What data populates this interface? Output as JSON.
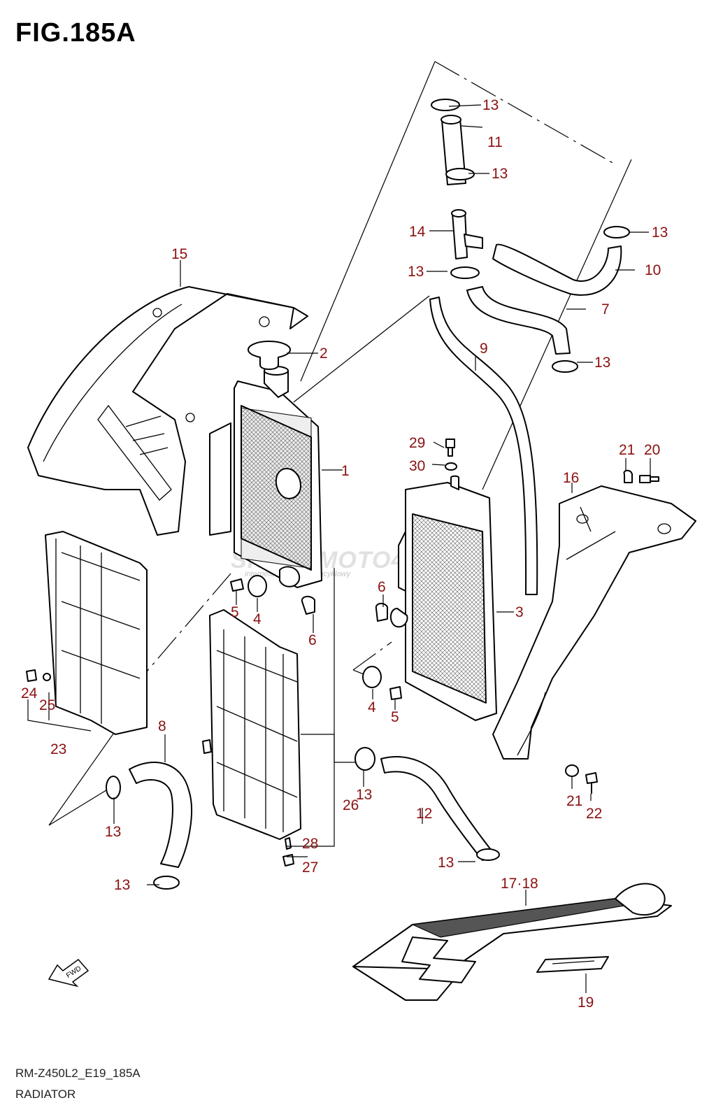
{
  "figure": {
    "title": "FIG.185A",
    "model_code": "RM-Z450L2_E19_185A",
    "section_name": "RADIATOR"
  },
  "watermark": {
    "text": "SHARPMOTO46.PL",
    "subtitle": "internetowy sklep motocyklowy"
  },
  "fwd_label": "FWD",
  "callouts": {
    "c1": "1",
    "c2": "2",
    "c3": "3",
    "c4a": "4",
    "c4b": "4",
    "c5a": "5",
    "c5b": "5",
    "c6a": "6",
    "c6b": "6",
    "c7": "7",
    "c8": "8",
    "c9": "9",
    "c10": "10",
    "c11": "11",
    "c12": "12",
    "c13a": "13",
    "c13b": "13",
    "c13c": "13",
    "c13d": "13",
    "c13e": "13",
    "c13f": "13",
    "c13g": "13",
    "c13h": "13",
    "c13i": "13",
    "c14": "14",
    "c15": "15",
    "c16": "16",
    "c17_18": "17·18",
    "c19": "19",
    "c20": "20",
    "c21a": "21",
    "c21b": "21",
    "c22": "22",
    "c23": "23",
    "c24": "24",
    "c25": "25",
    "c26": "26",
    "c27": "27",
    "c28": "28",
    "c29": "29",
    "c30": "30"
  }
}
